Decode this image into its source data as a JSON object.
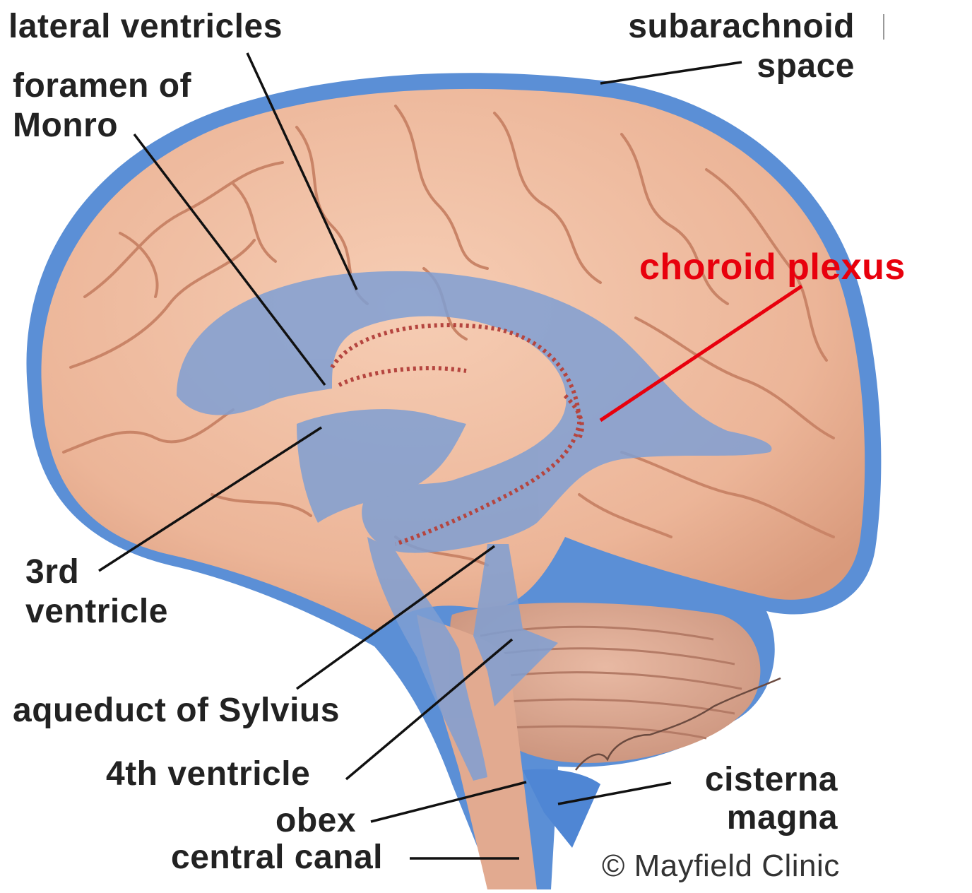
{
  "labels": {
    "lateral_ventricles": "lateral ventricles",
    "subarachnoid_line1": "subarachnoid",
    "subarachnoid_line2": "space",
    "foramen_line1": "foramen of",
    "foramen_line2": "Monro",
    "choroid_plexus": "choroid plexus",
    "third_ventricle_line1": "3rd",
    "third_ventricle_line2": "ventricle",
    "aqueduct": "aqueduct of Sylvius",
    "fourth_ventricle": "4th ventricle",
    "obex": "obex",
    "central_canal": "central canal",
    "cisterna_line1": "cisterna",
    "cisterna_line2": "magna"
  },
  "credit": "© Mayfield Clinic",
  "colors": {
    "brain": "#ecb598",
    "brain_shadow": "#d99a7c",
    "csf": "#5b8fd6",
    "ventricle": "#8aa9d8",
    "choroid": "#b5453f",
    "highlight": "#e8000d",
    "label": "#222222"
  }
}
